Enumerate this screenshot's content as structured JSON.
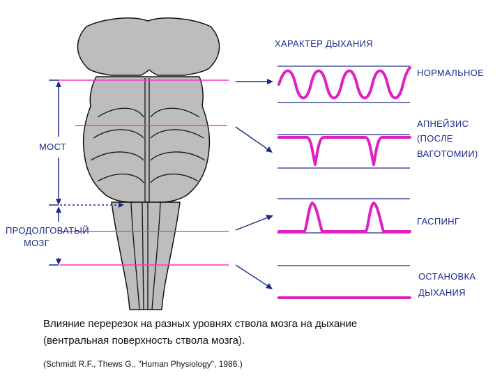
{
  "header": "ХАРАКТЕР ДЫХАНИЯ",
  "left_labels": {
    "pons": "МОСТ",
    "medulla_line1": "ПРОДОЛГОВАТЫЙ",
    "medulla_line2": "МОЗГ"
  },
  "patterns": [
    {
      "label_lines": [
        "НОРМАЛЬНОЕ"
      ]
    },
    {
      "label_lines": [
        "АПНЕЙЗИС",
        "(ПОСЛЕ",
        "ВАГОТОМИИ)"
      ]
    },
    {
      "label_lines": [
        "ГАСПИНГ"
      ]
    },
    {
      "label_lines": [
        "ОСТАНОВКА",
        "ДЫХАНИЯ"
      ]
    }
  ],
  "caption": {
    "line1": "Влияние перерезок на разных уровнях ствола мозга на дыхание",
    "line2": "(вентральная поверхность ствола мозга).",
    "source": "(Schmidt R.F., Thews G., \"Human Physiology\", 1986.)"
  },
  "colors": {
    "magenta": "#ff33cc",
    "wave": "#e020c0",
    "blue": "#1a2a8a",
    "brain_fill": "#bdbdbd",
    "brain_stroke": "#111111"
  }
}
